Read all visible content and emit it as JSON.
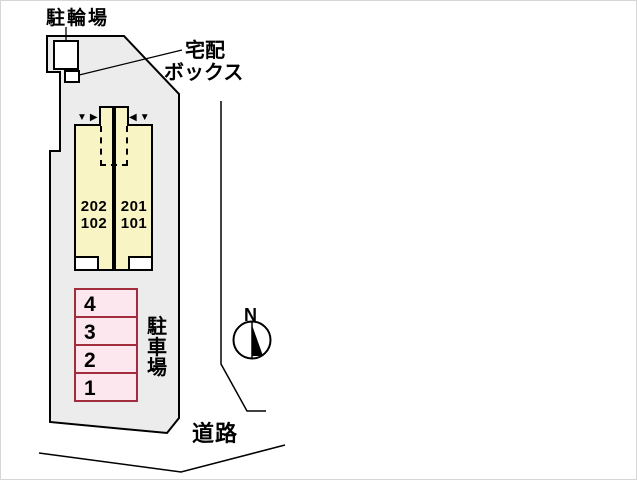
{
  "diagram": {
    "title_hint": "site plan",
    "labels": {
      "bicycle_parking": "駐輪場",
      "delivery_box_line1": "宅配",
      "delivery_box_line2": "ボックス",
      "parking_lot": "駐車場",
      "road": "道路",
      "compass_north": "N"
    },
    "building": {
      "units": [
        {
          "upper": "202",
          "lower": "102"
        },
        {
          "upper": "201",
          "lower": "101"
        }
      ]
    },
    "parking_spaces": [
      "4",
      "3",
      "2",
      "1"
    ],
    "icons": {
      "entrance_marker_left": "▼▶",
      "entrance_marker_right": "◀▼"
    },
    "colors": {
      "site_fill": "#ececec",
      "building_fill": "#f8f4c3",
      "parking_fill": "#fbe7ed",
      "parking_border": "#a02c3c",
      "line": "#000000"
    }
  }
}
